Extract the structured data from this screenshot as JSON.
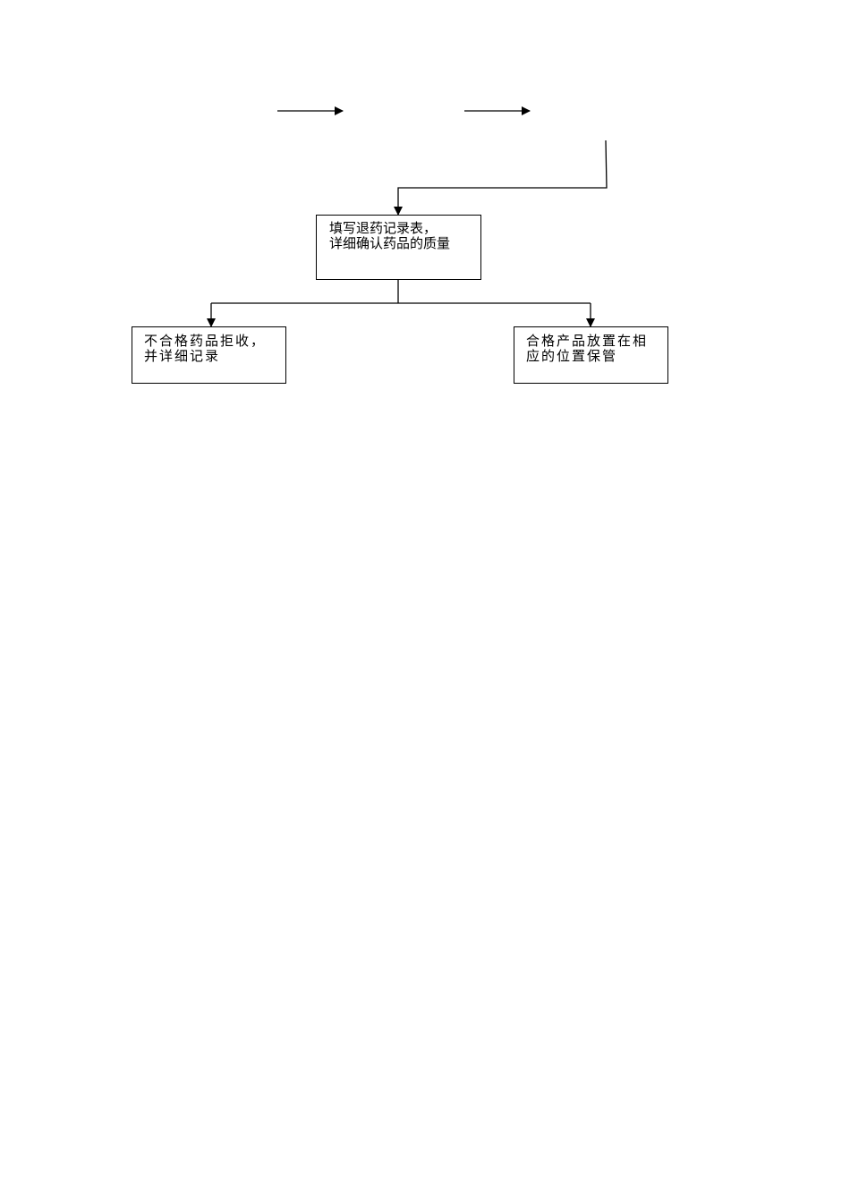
{
  "nodes": {
    "check": {
      "line1": "填写退药记录表，",
      "line2": "详细确认药品的质量"
    },
    "reject": {
      "line1": "不合格药品拒收，",
      "line2": "并详细记录"
    },
    "accept": {
      "line1": "合格产品放置在相",
      "line2": "应的位置保管"
    }
  },
  "colors": {
    "line": "#000000"
  }
}
